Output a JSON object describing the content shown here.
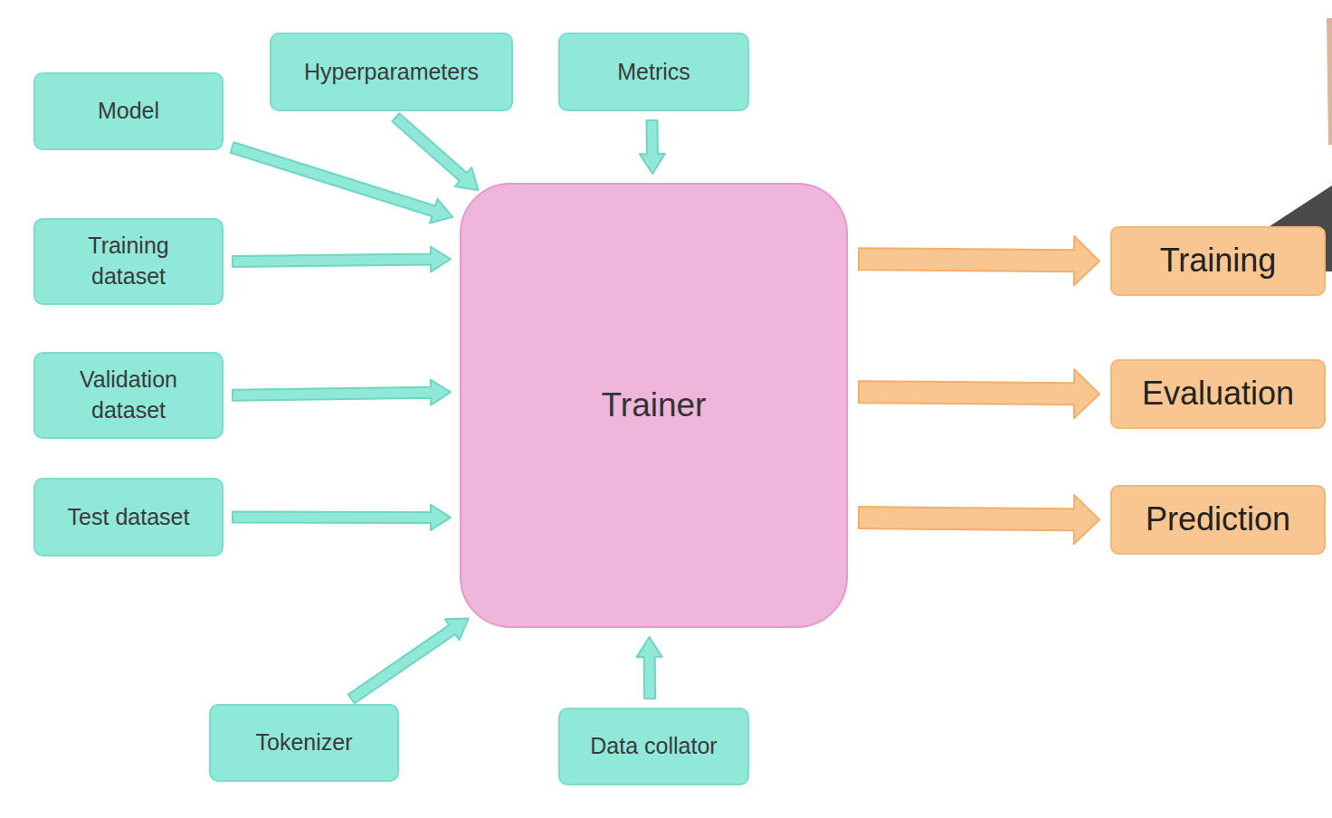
{
  "diagram": {
    "nodes": [
      {
        "text": [
          "Hyperparameters"
        ]
      },
      {
        "text": [
          "Metrics"
        ]
      },
      {
        "text": [
          "Model"
        ]
      },
      {
        "text": [
          "Training dataset"
        ]
      },
      {
        "text": [
          "Trainer"
        ]
      },
      {
        "text": [
          "Training"
        ]
      },
      {
        "text": [
          "Validation dataset"
        ]
      },
      {
        "text": [
          "Evaluation"
        ]
      },
      {
        "text": [
          "Test dataset"
        ]
      },
      {
        "text": [
          "Prediction"
        ]
      },
      {
        "text": [
          "Tokenizer"
        ]
      },
      {
        "text": [
          "Data collator"
        ]
      }
    ],
    "edges": [
      {
        "from": 2,
        "to": 4,
        "arrow": "to"
      },
      {
        "from": 0,
        "to": 4,
        "arrow": "to"
      },
      {
        "from": 1,
        "to": 4,
        "arrow": "to"
      },
      {
        "from": 3,
        "to": 4,
        "arrow": "to"
      },
      {
        "from": 6,
        "to": 4,
        "arrow": "to"
      },
      {
        "from": 8,
        "to": 4,
        "arrow": "to"
      },
      {
        "from": 10,
        "to": 4,
        "arrow": "to"
      },
      {
        "from": 11,
        "to": 4,
        "arrow": "to"
      },
      {
        "from": 4,
        "to": 5,
        "arrow": "to"
      },
      {
        "from": 4,
        "to": 7,
        "arrow": "to"
      },
      {
        "from": 4,
        "to": 9,
        "arrow": "to"
      }
    ]
  }
}
